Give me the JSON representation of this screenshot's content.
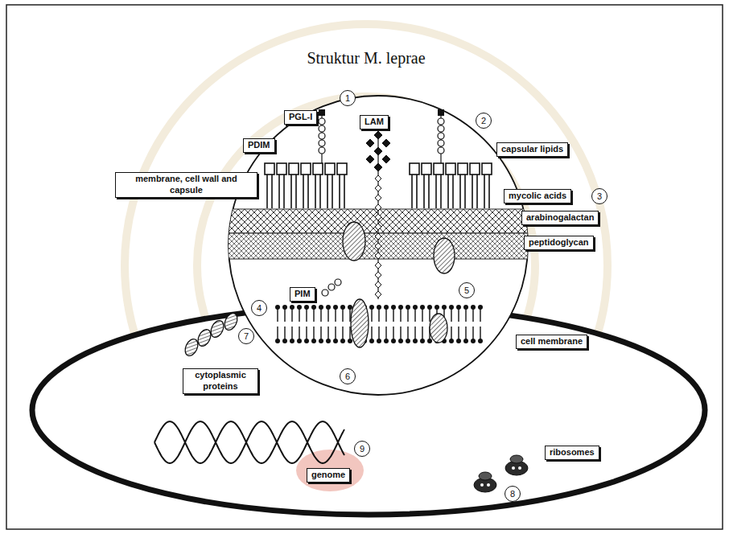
{
  "diagram": {
    "title": "Struktur M. leprae",
    "nodes": [
      {
        "text": [
          "1"
        ]
      },
      {
        "text": [
          "PGL-I"
        ]
      },
      {
        "text": [
          "LAM"
        ]
      },
      {
        "text": [
          "2"
        ]
      },
      {
        "text": [
          "PDIM"
        ]
      },
      {
        "text": [
          "capsular lipids"
        ]
      },
      {
        "text": [
          "membrane, cell wall and capsule"
        ]
      },
      {
        "text": [
          "mycolic acids"
        ]
      },
      {
        "text": [
          "3"
        ]
      },
      {
        "text": [
          "arabinogalactan"
        ]
      },
      {
        "text": [
          "4"
        ]
      },
      {
        "text": [
          "peptidoglycan"
        ]
      },
      {
        "text": [
          "PIM"
        ]
      },
      {
        "text": [
          "5"
        ]
      },
      {
        "text": [
          "cell membrane"
        ]
      },
      {
        "text": [
          "6"
        ]
      },
      {
        "text": [
          "7"
        ]
      },
      {
        "text": [
          "cytoplasmic proteins"
        ]
      },
      {
        "text": [
          "ribosomes"
        ]
      },
      {
        "text": [
          "9"
        ]
      },
      {
        "text": [
          "genome"
        ]
      },
      {
        "text": [
          "8"
        ]
      }
    ]
  }
}
